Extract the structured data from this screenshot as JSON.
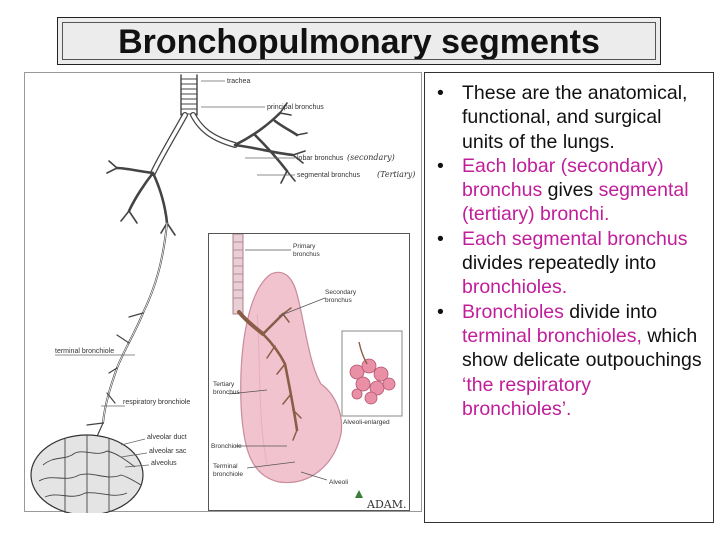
{
  "title": "Bronchopulmonary segments",
  "diagram_labels": {
    "trachea": "trachea",
    "principal_bronchus": "principal bronchus",
    "lobar_bronchus": "lobar bronchus",
    "lobar_note": "(secondary)",
    "segmental_bronchus": "segmental bronchus",
    "segmental_note": "(Tertiary)",
    "terminal_bronchiole": "terminal bronchiole",
    "respiratory_bronchiole": "respiratory bronchiole",
    "alveolar_duct": "alveolar duct",
    "alveolar_sac": "alveolar sac",
    "alveolus": "alveolus"
  },
  "inset_labels": {
    "primary": "Primary",
    "primary2": "bronchus",
    "secondary": "Secondary",
    "secondary2": "bronchus",
    "tertiary": "Tertiary",
    "tertiary2": "bronchus",
    "bronchiole": "Bronchiole",
    "terminal": "Terminal",
    "terminal2": "bronchiole",
    "alveoli_enlarged": "Alveoli-enlarged",
    "alveoli": "Alveoli",
    "logo": "ADAM."
  },
  "bullets": [
    {
      "segments": [
        {
          "text": "These are the anatomical, functional, and surgical units of the lungs.",
          "color": "#111111"
        }
      ]
    },
    {
      "segments": [
        {
          "text": "Each lobar (secondary) bronchus",
          "color": "#c01e9a"
        },
        {
          "text": " gives ",
          "color": "#111111"
        },
        {
          "text": "segmental (tertiary) bronchi.",
          "color": "#c01e9a"
        }
      ]
    },
    {
      "segments": [
        {
          "text": "Each segmental bronchus",
          "color": "#c01e9a"
        },
        {
          "text": " divides repeatedly into ",
          "color": "#111111"
        },
        {
          "text": "bronchioles.",
          "color": "#c01e9a"
        }
      ]
    },
    {
      "segments": [
        {
          "text": "Bronchioles",
          "color": "#c01e9a"
        },
        {
          "text": " divide into ",
          "color": "#111111"
        },
        {
          "text": "terminal bronchioles,",
          "color": "#c01e9a"
        },
        {
          "text": " which show delicate outpouchings ",
          "color": "#111111"
        },
        {
          "text": "‘the respiratory bronchioles’.",
          "color": "#c01e9a"
        }
      ]
    }
  ]
}
